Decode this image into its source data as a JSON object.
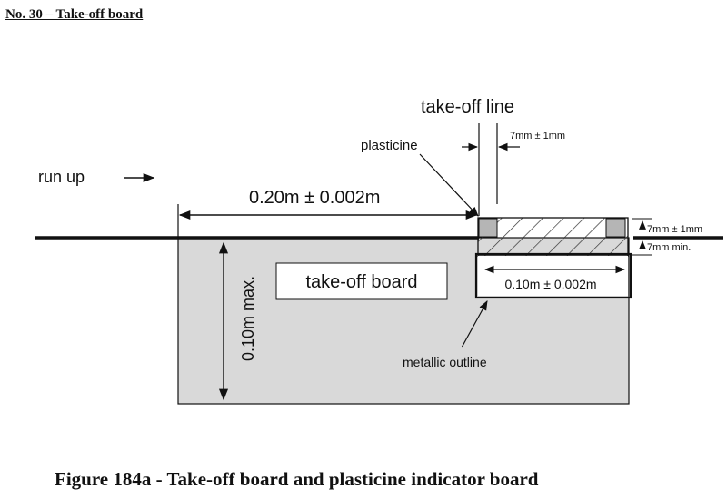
{
  "heading": "No. 30 – Take-off board",
  "caption": "Figure 184a - Take-off board and plasticine indicator board",
  "labels": {
    "take_off_line": "take-off line",
    "plasticine": "plasticine",
    "gap_width": "7mm ± 1mm",
    "run_up": "run up",
    "board_distance": "0.20m ± 0.002m",
    "depth_top": "7mm ± 1mm",
    "depth_min": "7mm min.",
    "board_label": "take-off board",
    "indicator_width": "0.10m ± 0.002m",
    "metallic_outline": "metallic outline",
    "board_depth": "0.10m max."
  },
  "colors": {
    "board_fill": "#d9d9d9",
    "plasticine_fill": "#b5b5b5",
    "line": "#111111"
  }
}
